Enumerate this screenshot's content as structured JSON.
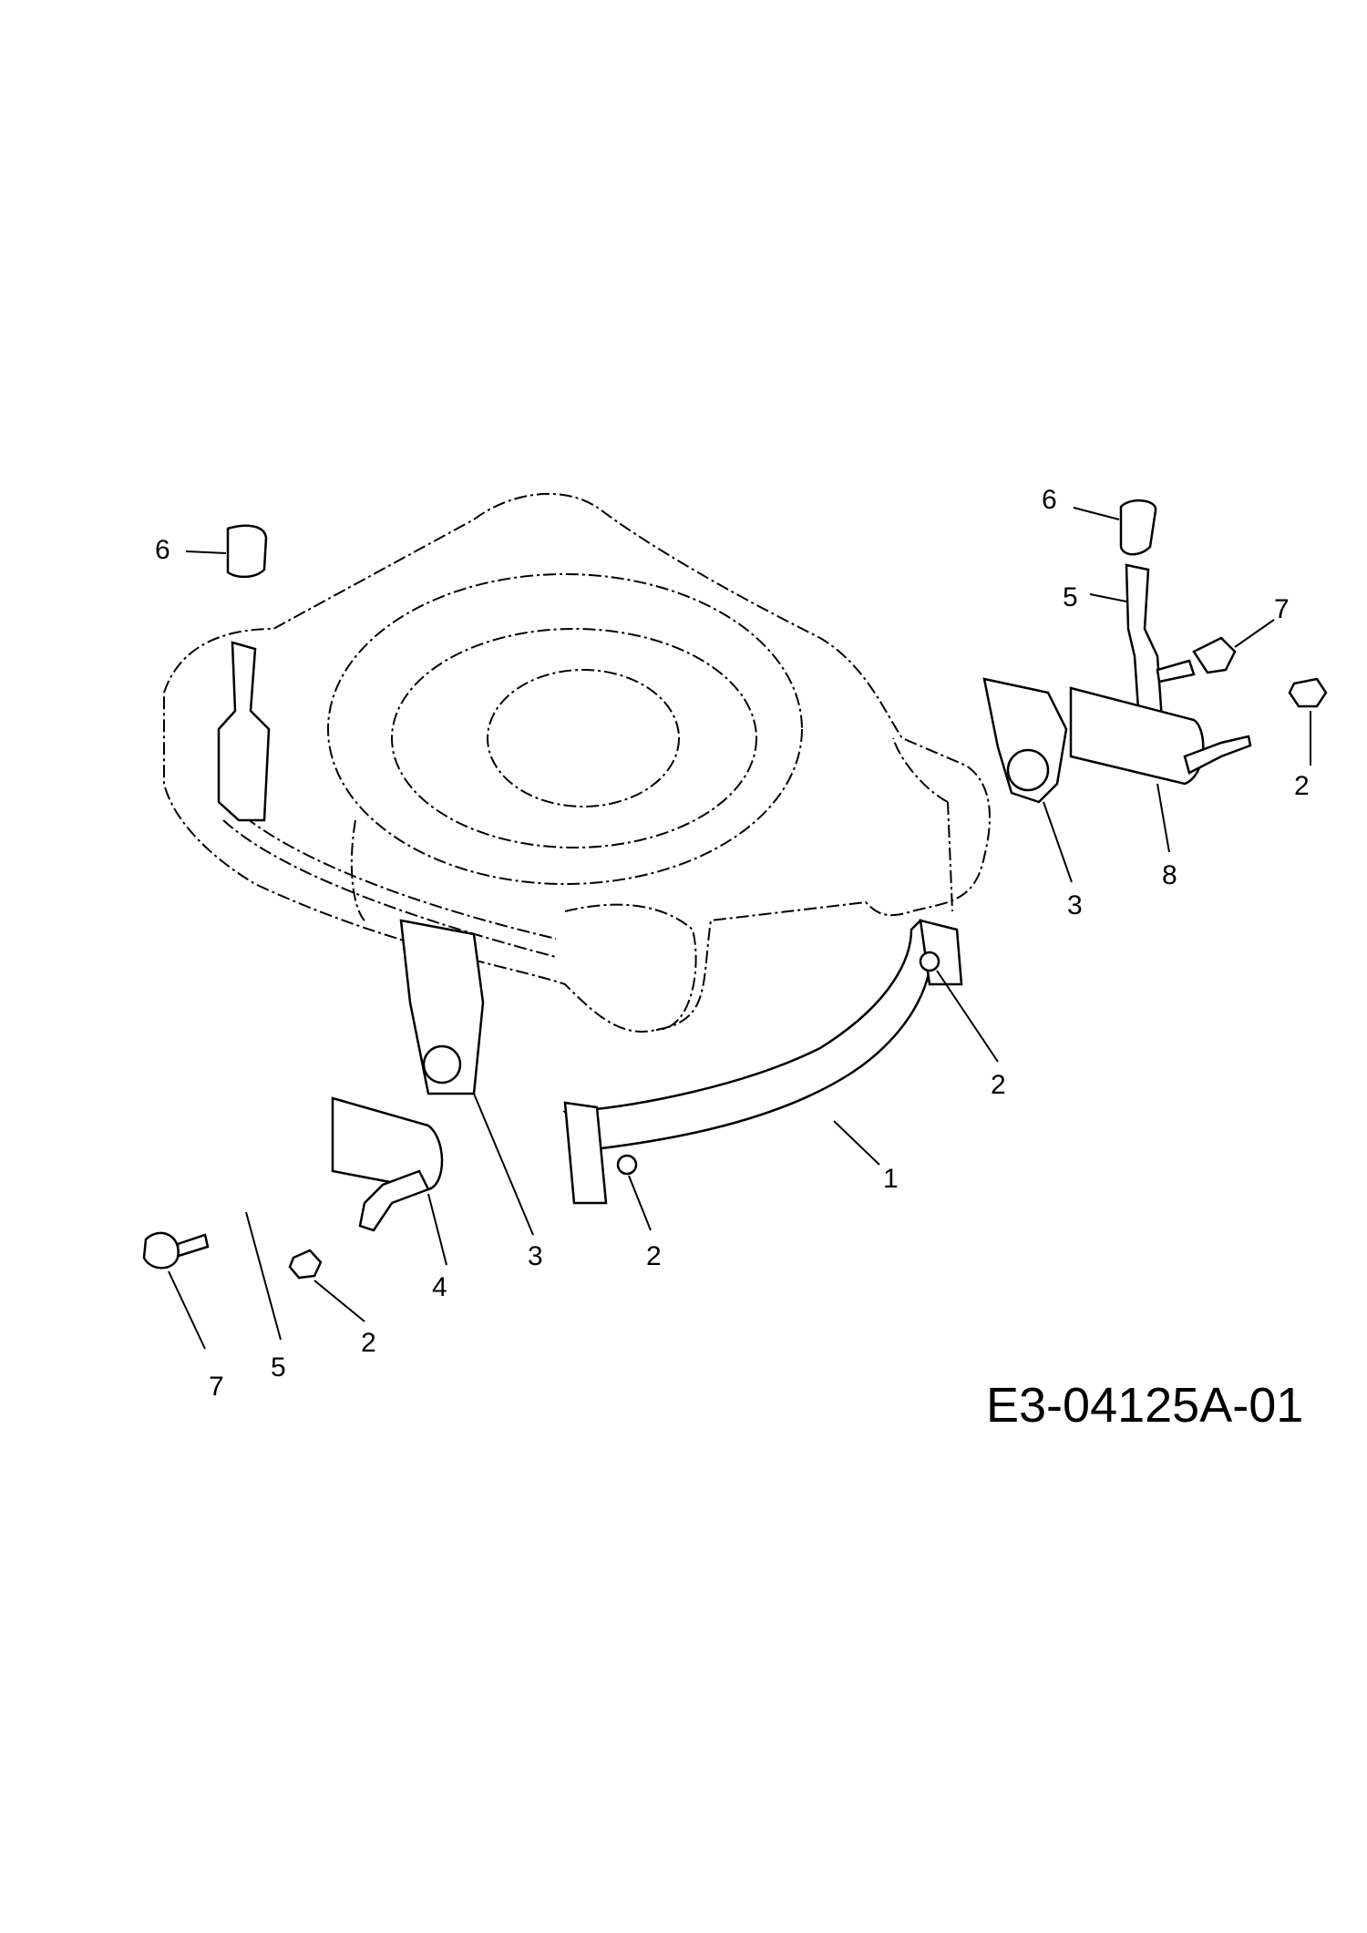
{
  "diagram": {
    "drawing_code": "E3-04125A-01",
    "callouts": [
      {
        "id": "6a",
        "text": "6"
      },
      {
        "id": "5a",
        "text": "5"
      },
      {
        "id": "7a",
        "text": "7"
      },
      {
        "id": "2a",
        "text": "2"
      },
      {
        "id": "3a",
        "text": "3"
      },
      {
        "id": "8a",
        "text": "8"
      },
      {
        "id": "6b",
        "text": "6"
      },
      {
        "id": "2b",
        "text": "2"
      },
      {
        "id": "1a",
        "text": "1"
      },
      {
        "id": "3b",
        "text": "3"
      },
      {
        "id": "2c",
        "text": "2"
      },
      {
        "id": "4a",
        "text": "4"
      },
      {
        "id": "2d",
        "text": "2"
      },
      {
        "id": "5b",
        "text": "5"
      },
      {
        "id": "7b",
        "text": "7"
      }
    ]
  }
}
